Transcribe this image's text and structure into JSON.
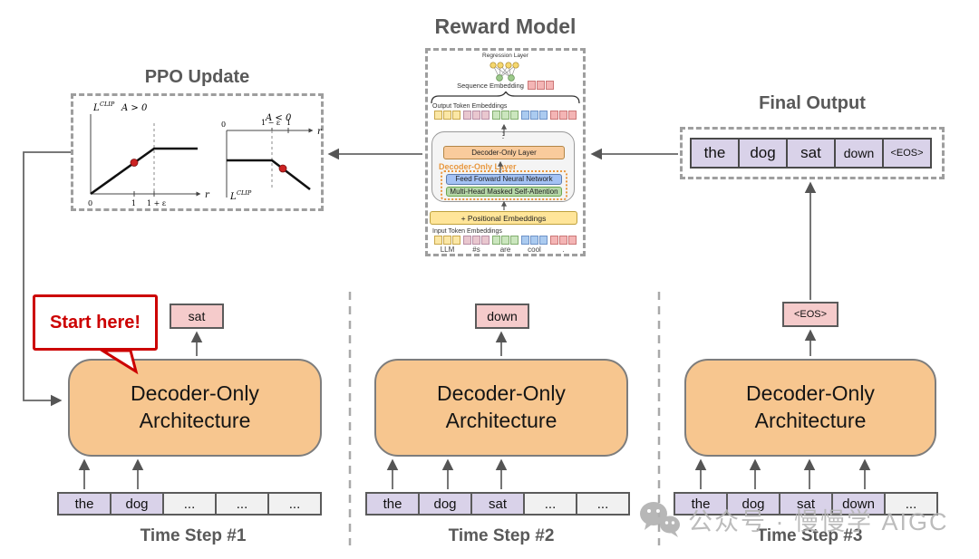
{
  "titles": {
    "ppo": "PPO Update",
    "reward": "Reward Model",
    "final_output": "Final Output"
  },
  "start_here": "Start here!",
  "ppo_plots": {
    "left": {
      "l_base": "L",
      "l_sup": "CLIP",
      "cond": "A > 0",
      "x_axis": "r",
      "tick0": "0",
      "tick1": "1",
      "tick2": "1 + ε"
    },
    "right": {
      "l_base": "L",
      "l_sup": "CLIP",
      "cond": "A < 0",
      "x_axis": "r",
      "tick0": "0",
      "tick1": "1 − ε",
      "tick2": "1"
    }
  },
  "reward_model": {
    "regression_label": "Regression Layer",
    "sequence_label": "Sequence Embedding",
    "output_label": "Output Token Embeddings",
    "dots": "⋮",
    "decoder_layer_box": "Decoder-Only Layer",
    "decoder_group_label": "Decoder-Only Layer",
    "ffn": "Feed Forward Neural Network",
    "mha": "Multi-Head Masked Self-Attention",
    "positional": "+ Positional Embeddings",
    "input_label": "Input Token Embeddings",
    "input_tokens": [
      "LLM",
      "#s",
      "are",
      "cool",
      "."
    ]
  },
  "final_output": {
    "tokens": [
      "the",
      "dog",
      "sat",
      "down",
      "<EOS>"
    ]
  },
  "timesteps": [
    {
      "label": "Time Step #1",
      "decoder_line1": "Decoder-Only",
      "decoder_line2": "Architecture",
      "output": "sat",
      "tokens": [
        "the",
        "dog",
        "...",
        "...",
        "..."
      ]
    },
    {
      "label": "Time Step #2",
      "decoder_line1": "Decoder-Only",
      "decoder_line2": "Architecture",
      "output": "down",
      "tokens": [
        "the",
        "dog",
        "sat",
        "...",
        "..."
      ]
    },
    {
      "label": "Time Step #3",
      "decoder_line1": "Decoder-Only",
      "decoder_line2": "Architecture",
      "output": "<EOS>",
      "tokens": [
        "the",
        "dog",
        "sat",
        "down",
        "..."
      ]
    }
  ],
  "watermark": {
    "text": "公众号 · 慢慢学 AIGC"
  },
  "colors": {
    "decoder_fill": "#F7C68F",
    "token_purple": "#D9D2E9",
    "token_gray": "#F1F1F1",
    "output_pink": "#F5CBCB",
    "accent_red": "#CC0000",
    "title_gray": "#595959",
    "orange_accent": "#E8973E",
    "yellow": "#FFE599",
    "blue": "#A4C2F4",
    "green": "#B6D7A8"
  }
}
